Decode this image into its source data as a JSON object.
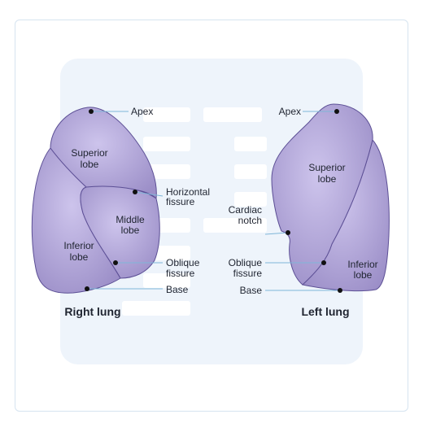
{
  "colors": {
    "panel": "#eef4fb",
    "lung_fill": "#a79bd0",
    "lung_stroke": "#5c4f95",
    "leader_line": "#7fb6d8",
    "text": "#1f2430"
  },
  "right_lung": {
    "title": "Right lung",
    "apex": "Apex",
    "superior_lobe": [
      "Superior",
      "lobe"
    ],
    "horizontal_fissure": [
      "Horizontal",
      "fissure"
    ],
    "middle_lobe": [
      "Middle",
      "lobe"
    ],
    "inferior_lobe": [
      "Inferior",
      "lobe"
    ],
    "oblique_fissure": [
      "Oblique",
      "fissure"
    ],
    "base": "Base"
  },
  "left_lung": {
    "title": "Left lung",
    "apex": "Apex",
    "superior_lobe": [
      "Superior",
      "lobe"
    ],
    "cardiac_notch": [
      "Cardiac",
      "notch"
    ],
    "oblique_fissure": [
      "Oblique",
      "fissure"
    ],
    "inferior_lobe": [
      "Inferior",
      "lobe"
    ],
    "base": "Base"
  }
}
